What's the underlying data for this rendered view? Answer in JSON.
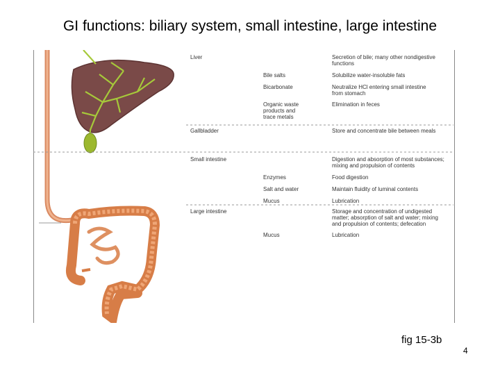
{
  "title": "GI functions: biliary system, small intestine, large intestine",
  "caption": "fig 15-3b",
  "page_number": "4",
  "rows": [
    {
      "organ": "Liver",
      "component": "",
      "function": "Secretion of bile; many other nondigestive\nfunctions"
    },
    {
      "organ": "",
      "component": "Bile salts",
      "function": "Solubilize water-insoluble fats"
    },
    {
      "organ": "",
      "component": "Bicarbonate",
      "function": "Neutralize HCl entering small intestine\nfrom stomach"
    },
    {
      "organ": "",
      "component": "Organic waste\nproducts and\ntrace metals",
      "function": "Elimination in feces"
    },
    {
      "organ": "Gallbladder",
      "component": "",
      "function": "Store and concentrate bile between meals"
    },
    {
      "organ": "Small intestine",
      "component": "",
      "function": "Digestion and absorption of most substances;\nmixing and propulsion of contents"
    },
    {
      "organ": "",
      "component": "Enzymes",
      "function": "Food digestion"
    },
    {
      "organ": "",
      "component": "Salt and water",
      "function": "Maintain fluidity of luminal contents"
    },
    {
      "organ": "",
      "component": "Mucus",
      "function": "Lubrication"
    },
    {
      "organ": "Large intestine",
      "component": "",
      "function": "Storage and concentration of undigested\nmatter; absorption of salt and water; mixing\nand propulsion of contents; defecation"
    },
    {
      "organ": "",
      "component": "Mucus",
      "function": "Lubrication"
    }
  ]
}
